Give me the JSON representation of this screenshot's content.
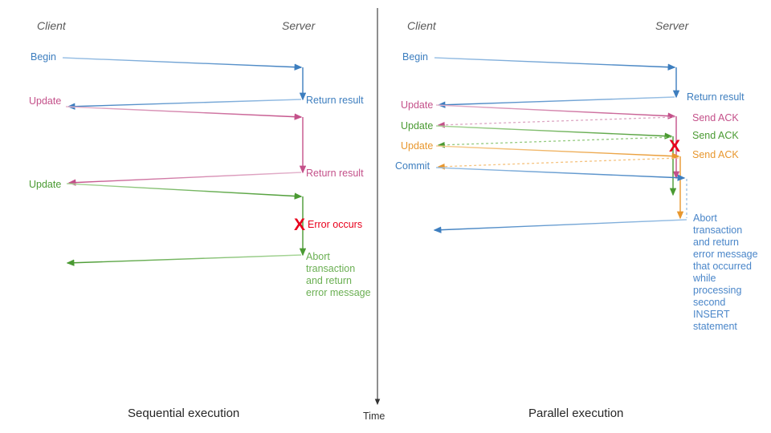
{
  "figure": {
    "title_left": "Sequential execution",
    "title_right": "Parallel execution",
    "time_axis_label": "Time",
    "colors": {
      "blue": "#3d7ebf",
      "blue_light": "#8fb8e0",
      "pink": "#c4518a",
      "pink_light": "#dda6c3",
      "green": "#4a9a32",
      "green_light": "#93ca7e",
      "orange": "#e8972e",
      "orange_light": "#f5c27e",
      "red": "#e8001c",
      "gray_head": "#595959",
      "axis": "#333333"
    }
  },
  "left_panel": {
    "client_header": "Client",
    "server_header": "Server",
    "caption": "Sequential execution",
    "messages": [
      {
        "label": "Begin",
        "color_key": "blue",
        "side": "client"
      },
      {
        "label": "Return result",
        "color_key": "blue",
        "side": "server"
      },
      {
        "label": "Update",
        "color_key": "pink",
        "side": "client"
      },
      {
        "label": "Return result",
        "color_key": "pink",
        "side": "server"
      },
      {
        "label": "Update",
        "color_key": "green",
        "side": "client"
      },
      {
        "label": "Error occurs",
        "color_key": "red",
        "side": "server"
      },
      {
        "label": "Abort\ntransaction\nand return\nerror message",
        "color_key": "green",
        "side": "server"
      }
    ],
    "error_marker": "X"
  },
  "right_panel": {
    "client_header": "Client",
    "server_header": "Server",
    "caption": "Parallel execution",
    "messages": [
      {
        "label": "Begin",
        "color_key": "blue",
        "side": "client"
      },
      {
        "label": "Return result",
        "color_key": "blue",
        "side": "server"
      },
      {
        "label": "Update",
        "color_key": "pink",
        "side": "client"
      },
      {
        "label": "Send ACK",
        "color_key": "pink",
        "side": "server"
      },
      {
        "label": "Update",
        "color_key": "green",
        "side": "client"
      },
      {
        "label": "Send ACK",
        "color_key": "green",
        "side": "server"
      },
      {
        "label": "Update",
        "color_key": "orange",
        "side": "client"
      },
      {
        "label": "Send ACK",
        "color_key": "orange",
        "side": "server"
      },
      {
        "label": "Commit",
        "color_key": "blue",
        "side": "client"
      },
      {
        "label": "Abort\ntransaction\nand return\nerror message\nthat occurred\nwhile\nprocessing\nsecond\nINSERT\nstatement",
        "color_key": "blue",
        "side": "server"
      }
    ],
    "error_marker": "X"
  }
}
